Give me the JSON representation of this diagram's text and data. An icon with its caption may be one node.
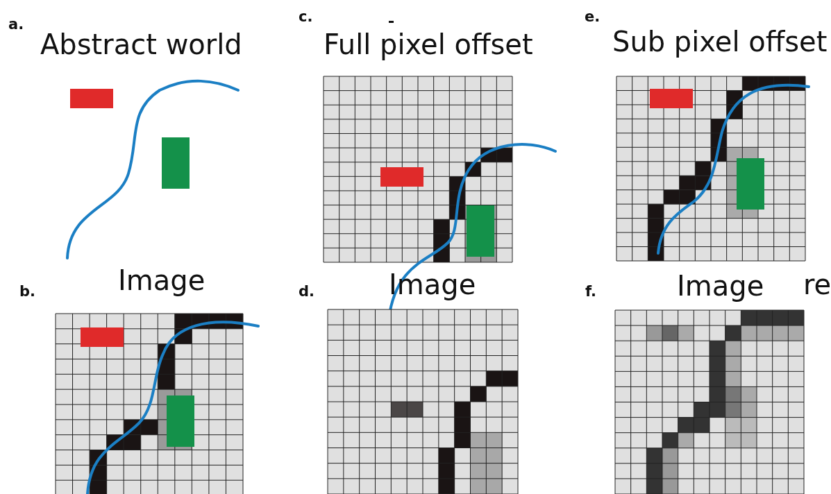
{
  "diagram": {
    "labels": [
      "a.",
      "Abstract world",
      "c.",
      "Full pixel offset",
      "e.",
      "Sub pixel offset",
      "b.",
      "Image",
      "d.",
      "Image",
      "re",
      "f.",
      "Image"
    ]
  }
}
